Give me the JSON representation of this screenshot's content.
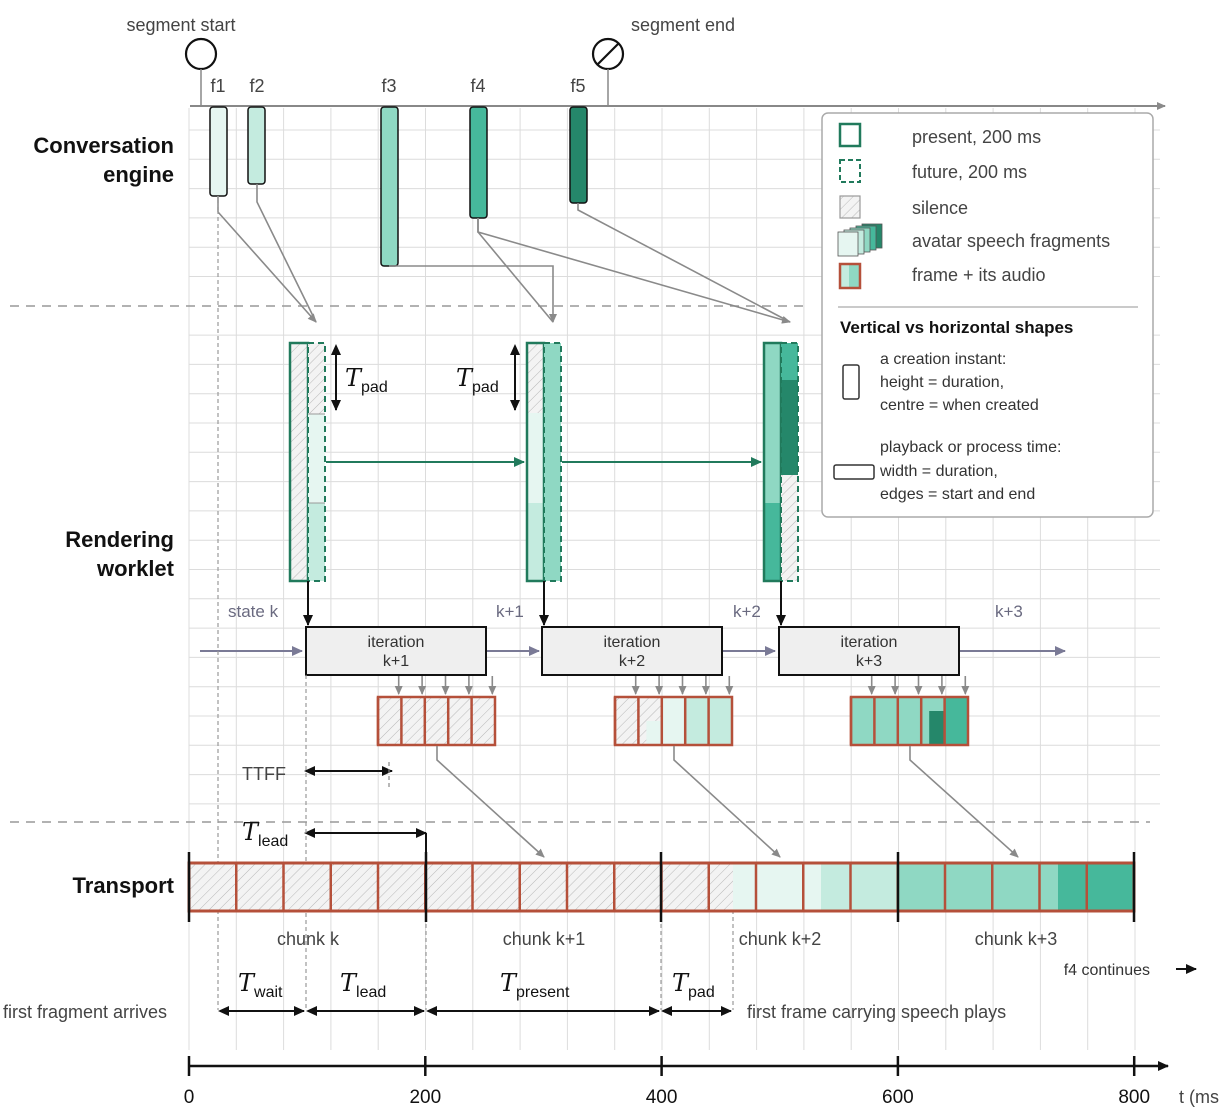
{
  "colors": {
    "green_dark": "#217a5c",
    "green_f1": "#e6f6f1",
    "green_f2": "#c4ebdf",
    "green_f3": "#8fd8c3",
    "green_f4": "#46b89b",
    "green_f5": "#25876a",
    "brick": "#b5503a",
    "grid": "#dcdcdc",
    "arrow_gray": "#8a8a8a",
    "state_arrow": "#7a7a96"
  },
  "top": {
    "segment_start": "segment start",
    "segment_end": "segment end",
    "fragments": [
      "f1",
      "f2",
      "f3",
      "f4",
      "f5"
    ]
  },
  "rows": {
    "conversation_line1": "Conversation",
    "conversation_line2": "engine",
    "rendering_line1": "Rendering",
    "rendering_line2": "worklet",
    "transport": "Transport"
  },
  "worklet": {
    "t_pad_symbol": "T",
    "t_pad_sub": "pad",
    "states": [
      "state k",
      "k+1",
      "k+2",
      "k+3"
    ],
    "iterations": [
      {
        "line1": "iteration",
        "line2": "k+1"
      },
      {
        "line1": "iteration",
        "line2": "k+2"
      },
      {
        "line1": "iteration",
        "line2": "k+3"
      }
    ],
    "ttff": "TTFF",
    "t_lead_symbol": "T",
    "t_lead_sub": "lead"
  },
  "transport": {
    "chunks": [
      "chunk k",
      "chunk k+1",
      "chunk k+2",
      "chunk k+3"
    ],
    "f4_continues": "f4 continues"
  },
  "timeline": {
    "t_wait": {
      "sym": "T",
      "sub": "wait"
    },
    "t_lead": {
      "sym": "T",
      "sub": "lead"
    },
    "t_present": {
      "sym": "T",
      "sub": "present"
    },
    "t_pad": {
      "sym": "T",
      "sub": "pad"
    },
    "first_fragment": "first fragment arrives",
    "first_frame": "first frame carrying speech plays"
  },
  "axis": {
    "ticks": [
      "0",
      "200",
      "400",
      "600",
      "800"
    ],
    "label": "t (ms)"
  },
  "legend": {
    "items": [
      "present, 200 ms",
      "future, 200 ms",
      "silence",
      "avatar speech fragments",
      "frame + its audio"
    ],
    "section_title": "Vertical vs horizontal shapes",
    "vertical_1": "a creation instant:",
    "vertical_2": "height = duration,",
    "vertical_3": "centre = when created",
    "horizontal_1": "playback or process time:",
    "horizontal_2": "width = duration,",
    "horizontal_3": "edges = start and end"
  }
}
